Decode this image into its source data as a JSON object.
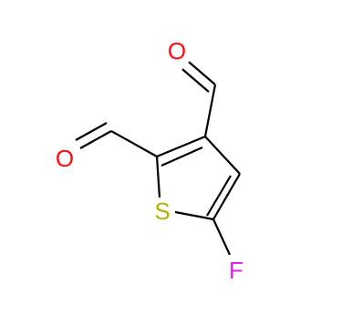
{
  "molecule": {
    "atoms": {
      "O1": {
        "label": "O",
        "color": "#ff0d0d"
      },
      "O2": {
        "label": "O",
        "color": "#ff0d0d"
      },
      "S": {
        "label": "S",
        "color": "#b2b200"
      },
      "F": {
        "label": "F",
        "color": "#e31be3"
      }
    },
    "bond_color": "#000000"
  }
}
